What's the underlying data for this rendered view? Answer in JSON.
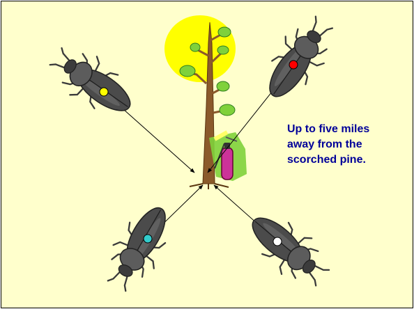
{
  "caption": {
    "lines": [
      "Up to five miles",
      "away from the",
      "scorched pine."
    ]
  },
  "colors": {
    "background": "#ffffcc",
    "caption_text": "#000099",
    "sun": "#ffff00",
    "trunk": "#8b5a2b",
    "foliage": "#7fd13b",
    "extinguisher": "#cc3399",
    "beetle_body": "#555555"
  },
  "beetles": [
    {
      "name": "top-left",
      "dot_color": "#ffff00"
    },
    {
      "name": "top-right",
      "dot_color": "#ff0000"
    },
    {
      "name": "bottom-left",
      "dot_color": "#33cccc"
    },
    {
      "name": "bottom-right",
      "dot_color": "#ffffff"
    }
  ],
  "icons": [
    "beetle-icon",
    "pine-tree-icon",
    "sun-icon",
    "fire-extinguisher-icon",
    "arrow-icon"
  ]
}
